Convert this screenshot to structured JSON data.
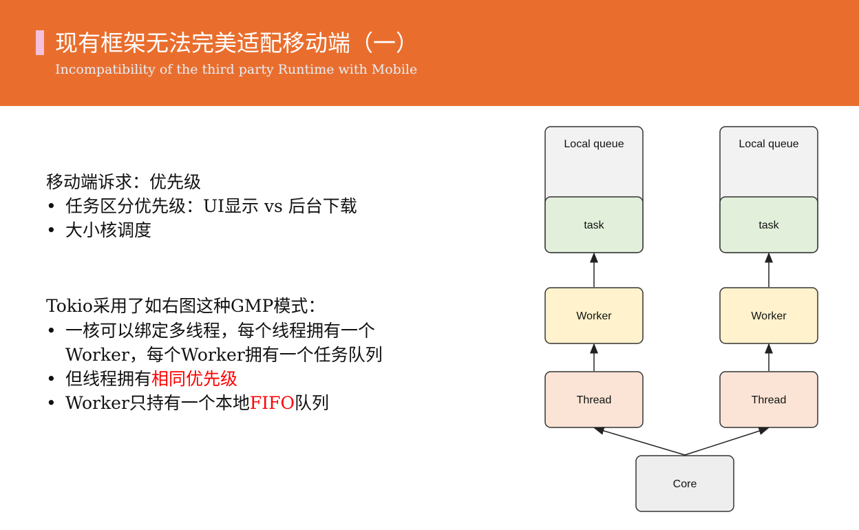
{
  "header": {
    "title": "现有框架无法完美适配移动端（一）",
    "subtitle": "Incompatibility of the third party Runtime with Mobile"
  },
  "body": {
    "section1": {
      "heading": "移动端诉求：优先级",
      "bullets": [
        "任务区分优先级：UI显示 vs 后台下载",
        "大小核调度"
      ]
    },
    "section2": {
      "heading": "Tokio采用了如右图这种GMP模式：",
      "bullet1_line1": "一核可以绑定多线程，每个线程拥有一个",
      "bullet1_line2": "Worker，每个Worker拥有一个任务队列",
      "bullet2_prefix": "但线程拥有",
      "bullet2_highlight": "相同优先级",
      "bullet3_prefix": "Worker只持有一个本地",
      "bullet3_highlight": "FIFO",
      "bullet3_suffix": "队列"
    },
    "bullet_symbol": "•"
  },
  "diagram": {
    "local_queue": "Local queue",
    "task": "task",
    "worker": "Worker",
    "thread": "Thread",
    "core": "Core",
    "colors": {
      "queue": "#f2f2f2",
      "task": "#e2efda",
      "worker": "#fff2cc",
      "thread": "#fbe4d5",
      "core": "#eeeeee"
    }
  }
}
